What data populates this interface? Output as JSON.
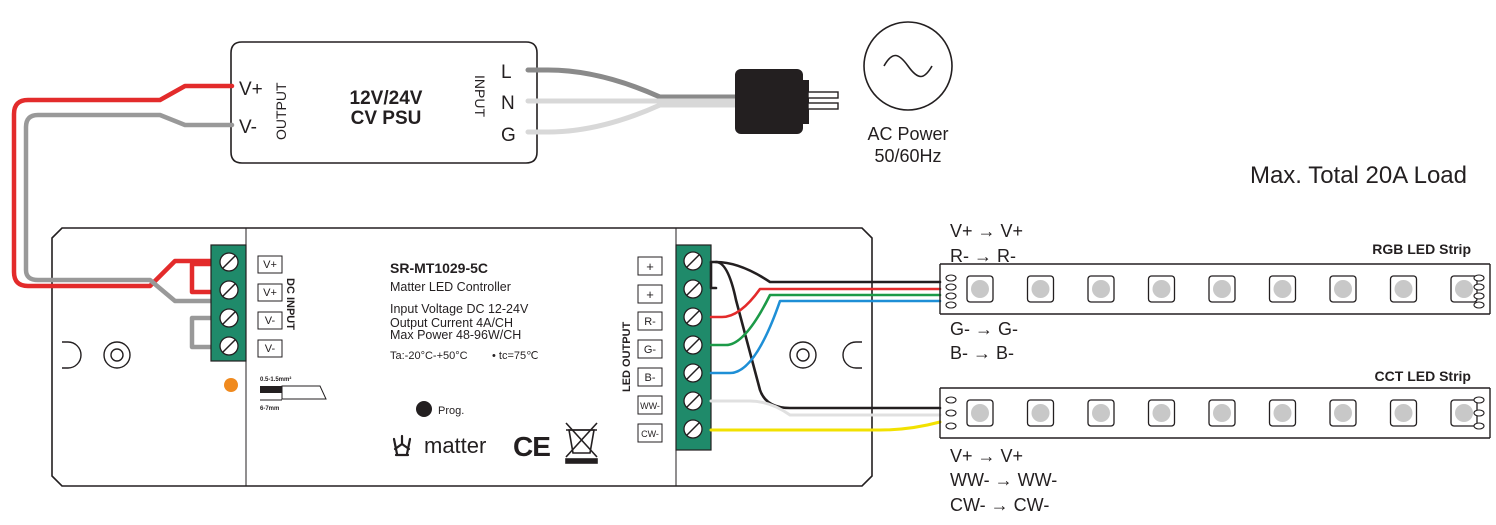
{
  "psu": {
    "title_line1": "12V/24V",
    "title_line2": "CV PSU",
    "output_label": "OUTPUT",
    "input_label": "INPUT",
    "v_plus": "V+",
    "v_minus": "V-",
    "l": "L",
    "n": "N",
    "g": "G"
  },
  "ac_power": {
    "line1": "AC Power",
    "line2": "50/60Hz"
  },
  "max_load": "Max. Total 20A Load",
  "controller": {
    "model": "SR-MT1029-5C",
    "subtitle": "Matter LED Controller",
    "spec1": "Input Voltage DC 12-24V",
    "spec2": "Output Current 4A/CH",
    "spec3": "Max Power 48-96W/CH",
    "temp": "Ta:-20°C-+50°C",
    "tc": "• tc=75℃",
    "prog": "Prog.",
    "matter": "matter",
    "ce": "CE",
    "dc_input": "DC INPUT",
    "led_output": "LED OUTPUT",
    "dc_terms": [
      "V+",
      "V+",
      "V-",
      "V-"
    ],
    "out_terms": [
      "+",
      "+",
      "R-",
      "G-",
      "B-",
      "WW-",
      "CW-"
    ],
    "wire_spec": "0.5-1.5mm²",
    "strip_spec": "6-7mm"
  },
  "rgb_strip": {
    "title": "RGB LED Strip",
    "map_top": [
      "V+ → V+",
      "R- → R-"
    ],
    "map_bottom": [
      "G- → G-",
      "B- → B-"
    ]
  },
  "cct_strip": {
    "title": "CCT LED Strip",
    "map": [
      "V+ → V+",
      "WW- → WW-",
      "CW- → CW-"
    ]
  },
  "colors": {
    "red": "#e32b2b",
    "gray": "#999999",
    "green": "#1c9a48",
    "blue": "#1e8fd6",
    "yellow": "#f2e100",
    "terminal": "#1f8a6a",
    "orange": "#f08a1e",
    "outline": "#231f20"
  }
}
